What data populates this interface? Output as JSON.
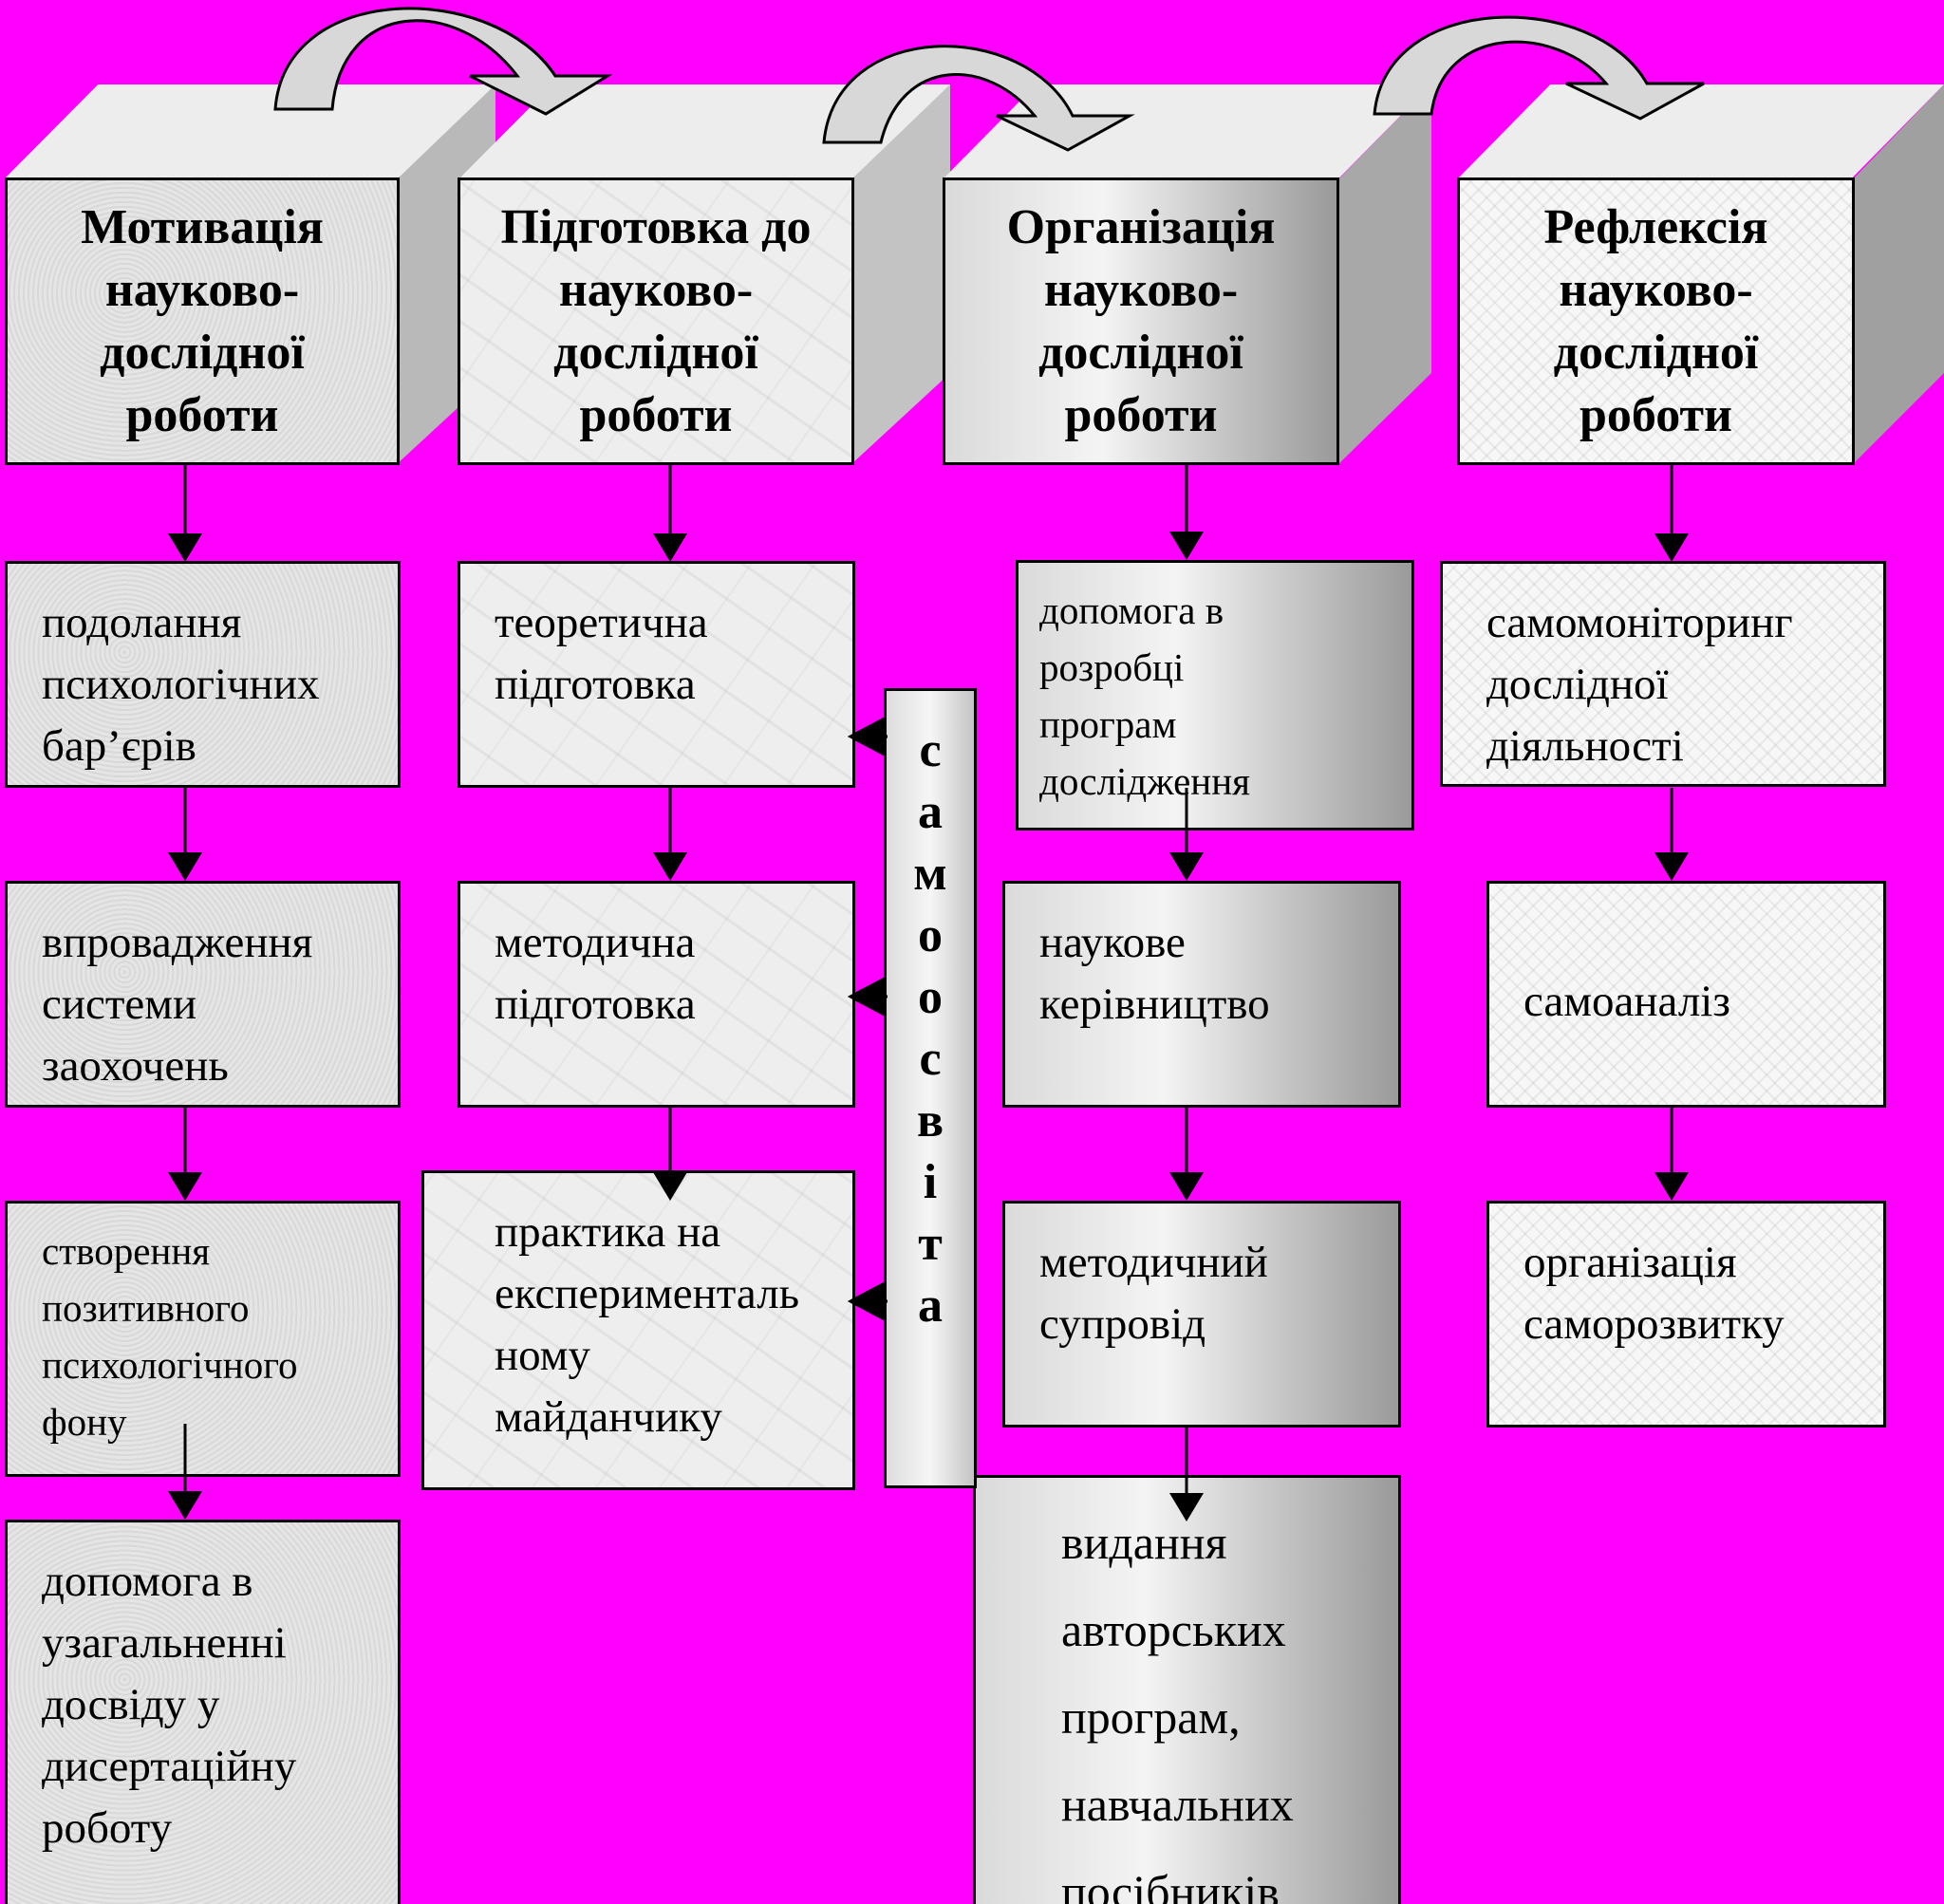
{
  "columns": [
    {
      "header": "Мотивація\nнауково-\nдослідної\nроботи",
      "items": [
        "подолання\nпсихологічних\nбар’єрів",
        "впровадження\nсистеми\nзаохочень",
        "створення\nпозитивного\nпсихологічного\nфону",
        "допомога в\nузагальненні\nдосвіду у\nдисертаційну\nроботу"
      ]
    },
    {
      "header": "Підготовка до\nнауково-\nдослідної\nроботи",
      "items": [
        "теоретична\nпідготовка",
        "методична\nпідготовка",
        "практика на\nексперименталь\nному\nмайданчику"
      ]
    },
    {
      "header": "Організація\nнауково-\nдослідної\nроботи",
      "items": [
        "допомога в\nрозробці\nпрограм\nдослідження",
        "наукове\nкерівництво",
        "методичний\nсупровід",
        "видання\nавторських\nпрограм,\nнавчальних\nпосібників"
      ]
    },
    {
      "header": "Рефлексія\nнауково-\nдослідної\nроботи",
      "items": [
        "самомоніторинг\nдослідної\nдіяльності",
        "самоаналіз",
        "організація\nсаморозвитку"
      ]
    }
  ],
  "side_box": {
    "letters": [
      "с",
      "а",
      "м",
      "о",
      "о",
      "с",
      "в",
      "і",
      "т",
      "а"
    ]
  }
}
